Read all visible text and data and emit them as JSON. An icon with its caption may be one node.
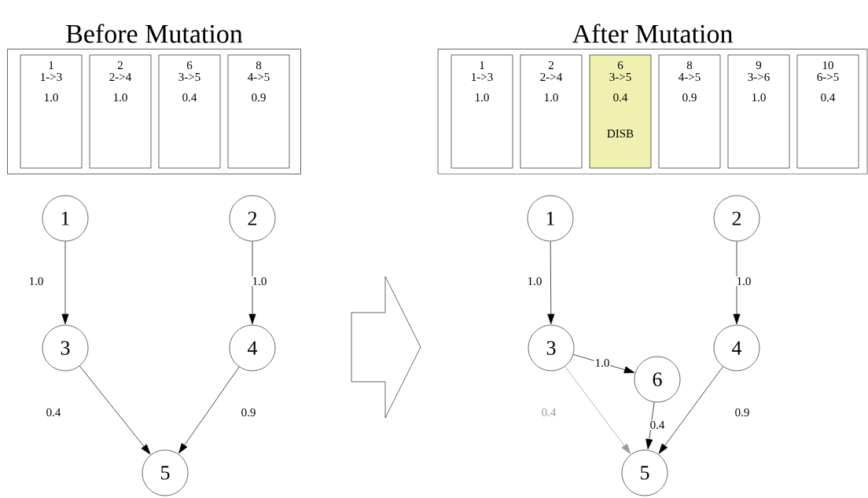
{
  "diagram": {
    "nodes": [
      {
        "text": [
          "Before Mutation"
        ]
      },
      {
        "text": [
          "1",
          "1->3",
          "1.0"
        ],
        "in": 0
      },
      {
        "text": [
          "2",
          "2->4",
          "1.0"
        ],
        "in": 0
      },
      {
        "text": [
          "6",
          "3->5",
          "0.4"
        ],
        "in": 0
      },
      {
        "text": [
          "8",
          "4->5",
          "0.9"
        ],
        "in": 0
      },
      {
        "text": [
          "After Mutation"
        ]
      },
      {
        "text": [
          "1",
          "1->3",
          "1.0"
        ],
        "in": 5
      },
      {
        "text": [
          "2",
          "2->4",
          "1.0"
        ],
        "in": 5
      },
      {
        "text": [
          "6",
          "3->5",
          "0.4",
          "DISB"
        ],
        "in": 5
      },
      {
        "text": [
          "8",
          "4->5",
          "0.9"
        ],
        "in": 5
      },
      {
        "text": [
          "9",
          "3->6",
          "1.0"
        ],
        "in": 5
      },
      {
        "text": [
          "10",
          "6->5",
          "0.4"
        ],
        "in": 5
      },
      {
        "text": [
          "1"
        ]
      },
      {
        "text": [
          "2"
        ]
      },
      {
        "text": [
          "3"
        ]
      },
      {
        "text": [
          "4"
        ]
      },
      {
        "text": [
          "5"
        ]
      },
      {
        "text": [
          "1"
        ]
      },
      {
        "text": [
          "2"
        ]
      },
      {
        "text": [
          "3"
        ]
      },
      {
        "text": [
          "4"
        ]
      },
      {
        "text": [
          "6"
        ]
      },
      {
        "text": [
          "5"
        ]
      }
    ],
    "edges": [
      {
        "from": 12,
        "to": 14,
        "arrow": "to",
        "label": "1.0"
      },
      {
        "from": 13,
        "to": 15,
        "arrow": "to",
        "label": "1.0"
      },
      {
        "from": 14,
        "to": 16,
        "arrow": "to",
        "label": "0.4"
      },
      {
        "from": 15,
        "to": 16,
        "arrow": "to",
        "label": "0.9"
      },
      {
        "from": 17,
        "to": 19,
        "arrow": "to",
        "label": "1.0"
      },
      {
        "from": 18,
        "to": 20,
        "arrow": "to",
        "label": "1.0"
      },
      {
        "from": 19,
        "to": 21,
        "arrow": "to",
        "label": "1.0"
      },
      {
        "from": 19,
        "to": 22,
        "arrow": "to",
        "label": "0.4",
        "color": "#999999"
      },
      {
        "from": 21,
        "to": 22,
        "arrow": "to",
        "label": "0.4"
      },
      {
        "from": 20,
        "to": 22,
        "arrow": "to",
        "label": "0.9"
      }
    ]
  }
}
